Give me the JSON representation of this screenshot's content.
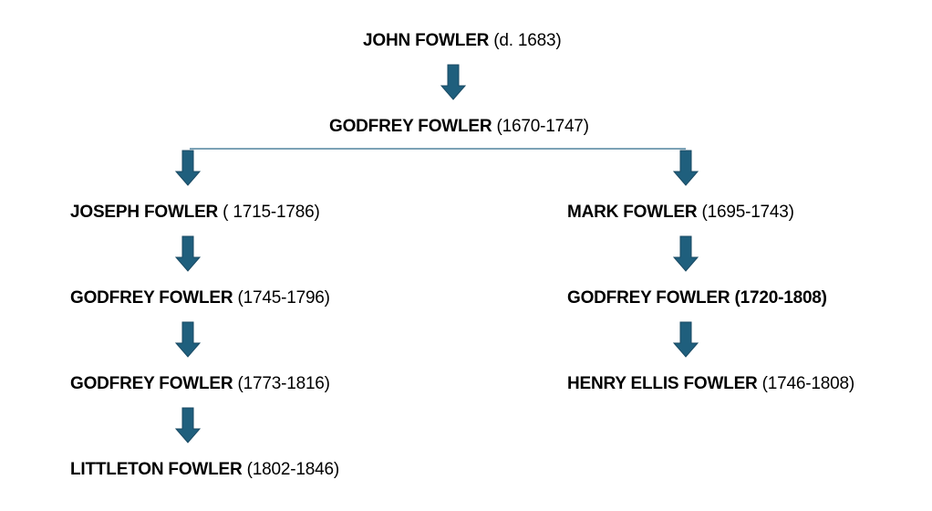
{
  "colors": {
    "arrow": "#1f5f7d",
    "arrow_outline": "#1a4a63",
    "connector": "#2e6b8a",
    "text": "#000000"
  },
  "nodes": {
    "john": {
      "name": "JOHN FOWLER",
      "dates": " (d. 1683)"
    },
    "godfrey_1": {
      "name": "GODFREY FOWLER",
      "dates": " (1670-1747)"
    },
    "joseph": {
      "name": "JOSEPH FOWLER",
      "dates": " ( 1715-1786)"
    },
    "mark": {
      "name": "MARK FOWLER",
      "dates": " (1695-1743)"
    },
    "godfrey_left": {
      "name": "GODFREY FOWLER",
      "dates": " (1745-1796)"
    },
    "godfrey_right": {
      "name": "GODFREY  FOWLER",
      "dates": "  (1720-1808)"
    },
    "godfrey_left_2": {
      "name": "GODFREY FOWLER",
      "dates": " (1773-1816)"
    },
    "henry": {
      "name": "HENRY ELLIS FOWLER",
      "dates": " (1746-1808)"
    },
    "littleton": {
      "name": "LITTLETON FOWLER",
      "dates": " (1802-1846)"
    }
  },
  "arrow_icon": "down-arrow-icon"
}
